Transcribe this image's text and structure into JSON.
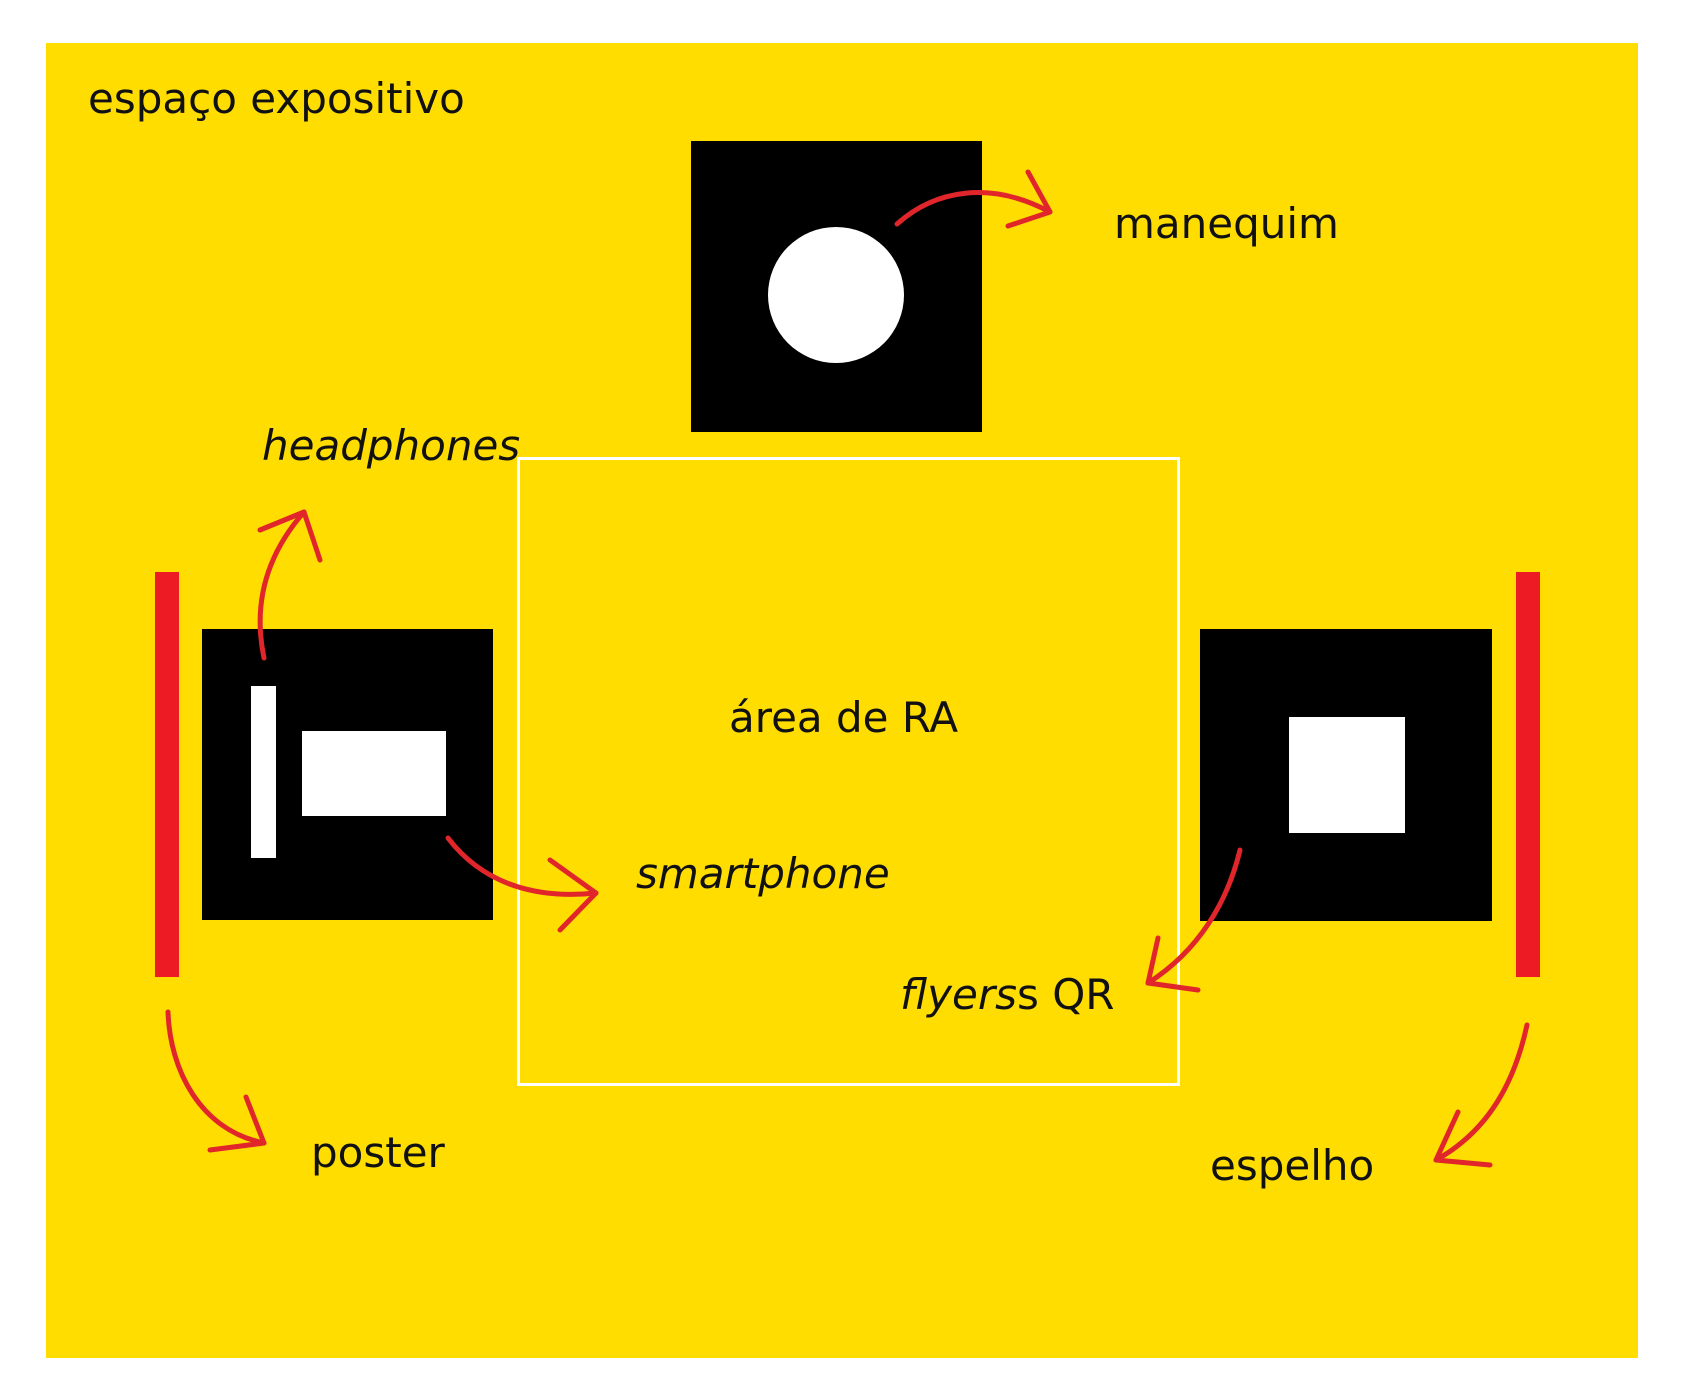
{
  "labels": {
    "title": "espaço expositivo",
    "mannequin": "manequim",
    "headphones": "headphones",
    "ar_area": "área de RA",
    "smartphone": "smartphone",
    "flyers_italic": "flyers",
    "flyers_rest": "s QR",
    "poster": "poster",
    "mirror": "espelho"
  },
  "colors": {
    "background": "#FFDD00",
    "blocks": "#000000",
    "walls": "#ED1C24",
    "arrows": "#E0252B",
    "ar_area_outline": "#FFFFFF"
  },
  "icons": [
    "mannequin-circle-icon",
    "headphones-bar-icon",
    "smartphone-rect-icon",
    "mirror-square-icon"
  ]
}
